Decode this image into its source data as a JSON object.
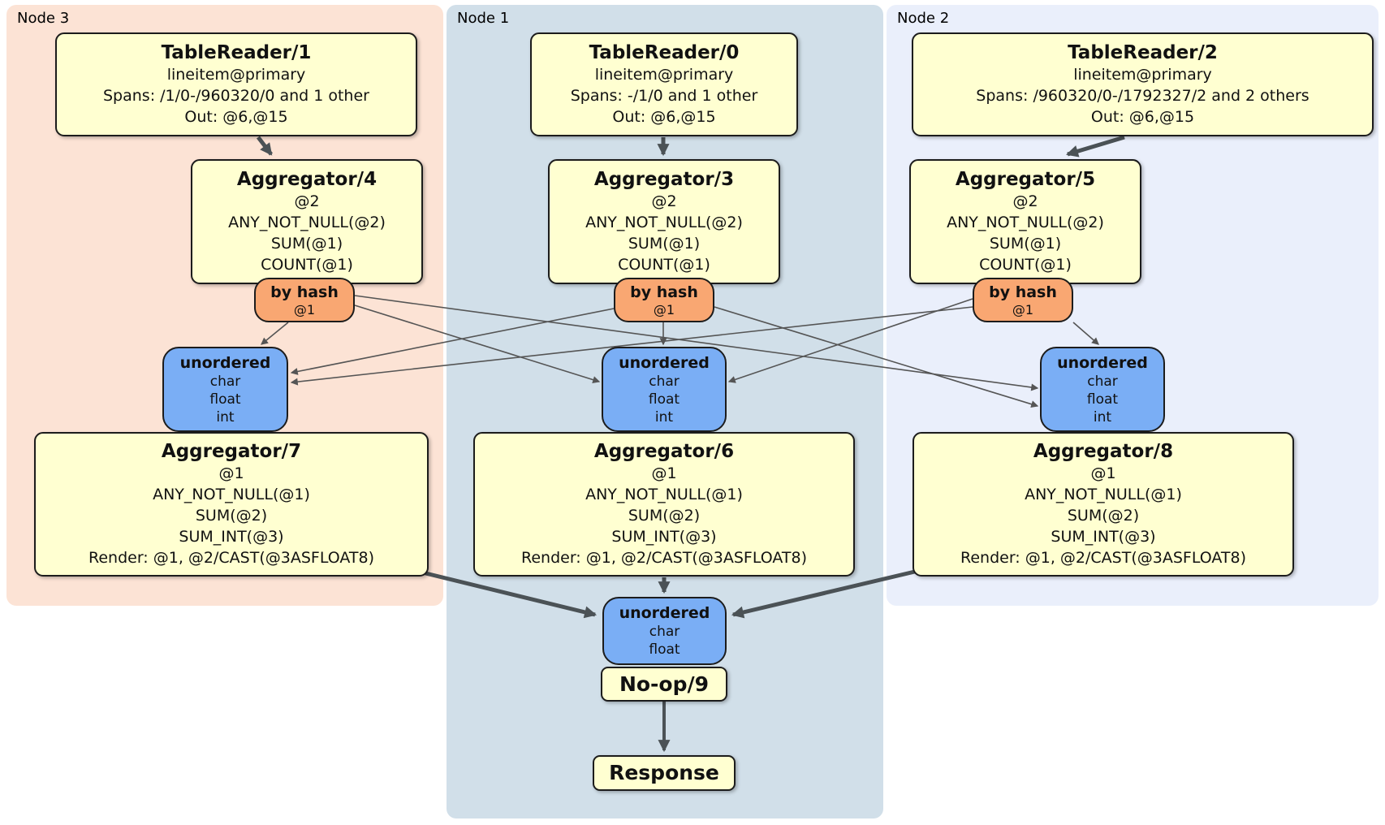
{
  "colors": {
    "page-bg": "#ffffff",
    "node3-bg": "#fce3d5",
    "node1-bg": "#d1dfe9",
    "node2-bg": "#eaeffb",
    "box-fill": "#ffffd1",
    "box-border": "#1c1c1c",
    "router-fill": "#f9a772",
    "sync-fill": "#7aaef5",
    "text": "#111111",
    "thick-edge": "#4b5256",
    "thin-edge": "#555555"
  },
  "regions": [
    {
      "label": "Node 3"
    },
    {
      "label": "Node 1"
    },
    {
      "label": "Node 2"
    }
  ],
  "processors": {
    "tr1": {
      "title": "TableReader/1",
      "rows": [
        "lineitem@primary",
        "Spans: /1/0-/960320/0 and 1 other",
        "Out: @6,@15"
      ]
    },
    "tr0": {
      "title": "TableReader/0",
      "rows": [
        "lineitem@primary",
        "Spans: -/1/0 and 1 other",
        "Out: @6,@15"
      ]
    },
    "tr2": {
      "title": "TableReader/2",
      "rows": [
        "lineitem@primary",
        "Spans: /960320/0-/1792327/2 and 2 others",
        "Out: @6,@15"
      ]
    },
    "agg4": {
      "title": "Aggregator/4",
      "rows": [
        "@2",
        "ANY_NOT_NULL(@2)",
        "SUM(@1)",
        "COUNT(@1)"
      ]
    },
    "agg3": {
      "title": "Aggregator/3",
      "rows": [
        "@2",
        "ANY_NOT_NULL(@2)",
        "SUM(@1)",
        "COUNT(@1)"
      ]
    },
    "agg5": {
      "title": "Aggregator/5",
      "rows": [
        "@2",
        "ANY_NOT_NULL(@2)",
        "SUM(@1)",
        "COUNT(@1)"
      ]
    },
    "agg7": {
      "title": "Aggregator/7",
      "rows": [
        "@1",
        "ANY_NOT_NULL(@1)",
        "SUM(@2)",
        "SUM_INT(@3)",
        "Render: @1, @2/CAST(@3ASFLOAT8)"
      ]
    },
    "agg6": {
      "title": "Aggregator/6",
      "rows": [
        "@1",
        "ANY_NOT_NULL(@1)",
        "SUM(@2)",
        "SUM_INT(@3)",
        "Render: @1, @2/CAST(@3ASFLOAT8)"
      ]
    },
    "agg8": {
      "title": "Aggregator/8",
      "rows": [
        "@1",
        "ANY_NOT_NULL(@1)",
        "SUM(@2)",
        "SUM_INT(@3)",
        "Render: @1, @2/CAST(@3ASFLOAT8)"
      ]
    },
    "noop": {
      "title": "No-op/9"
    },
    "response": {
      "title": "Response"
    }
  },
  "router": {
    "title": "by hash",
    "key": "@1"
  },
  "sync3": {
    "title": "unordered",
    "columns": [
      "char",
      "float",
      "int"
    ]
  },
  "sync2": {
    "title": "unordered",
    "columns": [
      "char",
      "float"
    ]
  }
}
